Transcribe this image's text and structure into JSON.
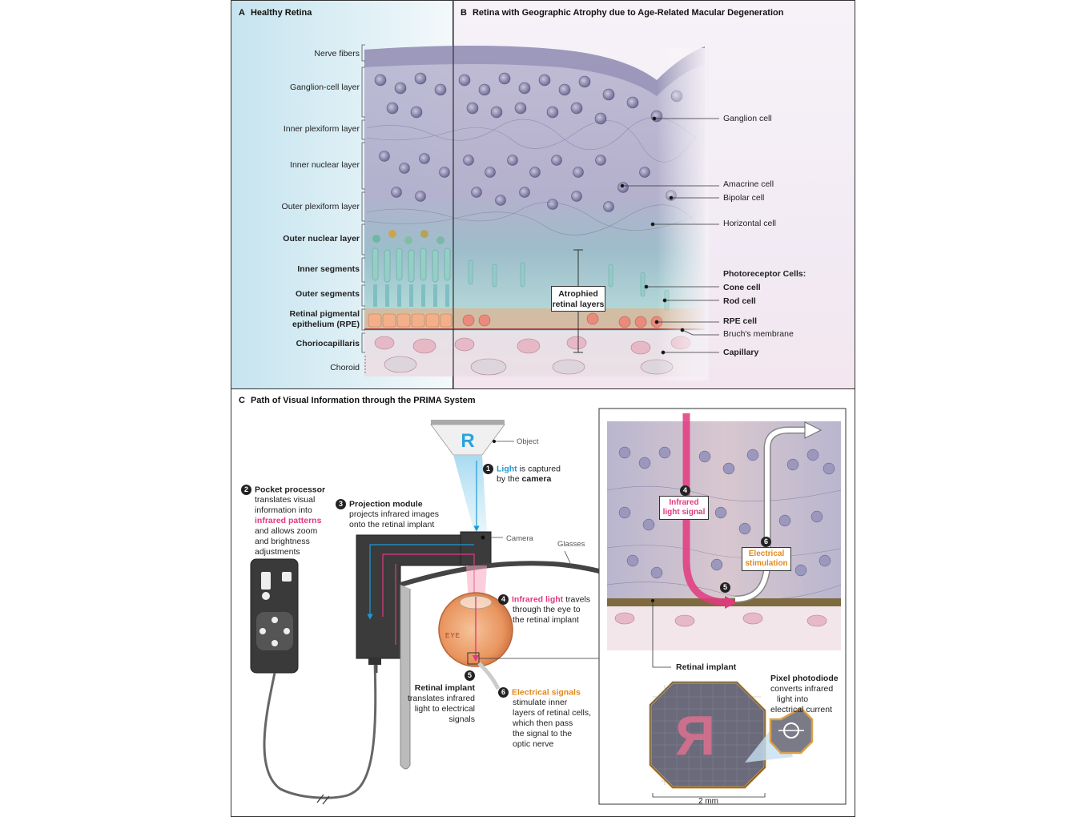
{
  "panelA": {
    "letter": "A",
    "title": "Healthy Retina"
  },
  "panelB": {
    "letter": "B",
    "title": "Retina with Geographic Atrophy due to Age-Related Macular Degeneration"
  },
  "panelC": {
    "letter": "C",
    "title": "Path of Visual Information through the PRIMA System"
  },
  "layers": {
    "nerve": "Nerve fibers",
    "ganglion": "Ganglion-cell layer",
    "ipl": "Inner plexiform layer",
    "inl": "Inner nuclear layer",
    "opl": "Outer plexiform layer",
    "onl": "Outer nuclear layer",
    "is": "Inner segments",
    "os": "Outer segments",
    "rpe1": "Retinal pigmental",
    "rpe2": "epithelium (RPE)",
    "chorio": "Choriocapillaris",
    "choroid": "Choroid"
  },
  "cells": {
    "ganglion": "Ganglion cell",
    "amacrine": "Amacrine cell",
    "bipolar": "Bipolar cell",
    "horizontal": "Horizontal cell",
    "photo_header": "Photoreceptor Cells:",
    "cone": "Cone cell",
    "rod": "Rod cell",
    "rpe": "RPE cell",
    "bruch": "Bruch's membrane",
    "capillary": "Capillary",
    "atrophied1": "Atrophied",
    "atrophied2": "retinal layers"
  },
  "prima": {
    "object": "Object",
    "camera": "Camera",
    "glasses": "Glasses",
    "eye": "EYE",
    "s1_num": "1",
    "s1_a": "Light",
    "s1_b": " is captured",
    "s1_c": "by the ",
    "s1_d": "camera",
    "s2_num": "2",
    "s2_title": "Pocket processor",
    "s2_l1": "translates visual",
    "s2_l2": "information into",
    "s2_l3": "infrared patterns",
    "s2_l4": "and allows zoom",
    "s2_l5": "and brightness",
    "s2_l6": "adjustments",
    "s3_num": "3",
    "s3_title": "Projection module",
    "s3_l1": "projects infrared images",
    "s3_l2": "onto the retinal implant",
    "s4_num": "4",
    "s4_a": "Infrared light",
    "s4_b": " travels",
    "s4_l2": "through the eye to",
    "s4_l3": "the retinal implant",
    "s5_num": "5",
    "s5_title": "Retinal implant",
    "s5_l1": "translates infrared",
    "s5_l2": "light to electrical",
    "s5_l3": "signals",
    "s6_num": "6",
    "s6_a": "Electrical signals",
    "s6_l1": "stimulate inner",
    "s6_l2": "layers of retinal cells,",
    "s6_l3": "which then pass",
    "s6_l4": "the signal to the",
    "s6_l5": "optic nerve",
    "inset_ir1": "Infrared",
    "inset_ir2": "light signal",
    "inset_es1": "Electrical",
    "inset_es2": "stimulation",
    "implant_label": "Retinal implant",
    "pixel_title": "Pixel photodiode",
    "pixel_l1": "converts infrared",
    "pixel_l2": "light into",
    "pixel_l3": "electrical current",
    "scale": "2 mm"
  },
  "colors": {
    "blue": "#1c9ad6",
    "pink": "#e23a7f",
    "orange": "#e08a1e",
    "frame": "#333333"
  }
}
